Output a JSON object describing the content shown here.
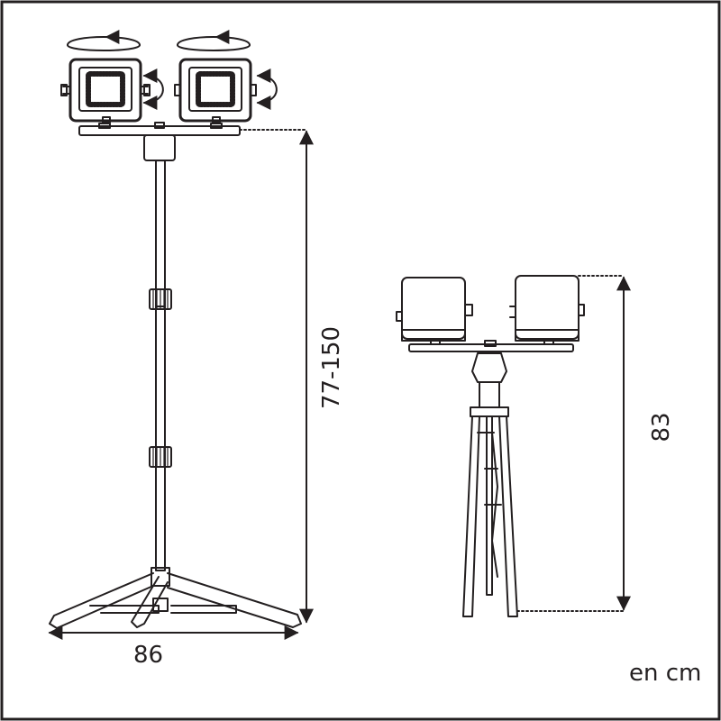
{
  "diagram": {
    "dimensions": {
      "width": "86",
      "height_range": "77-150",
      "folded_height": "83"
    },
    "unit": "en cm",
    "colors": {
      "stroke": "#231f20",
      "background": "#ffffff"
    }
  }
}
